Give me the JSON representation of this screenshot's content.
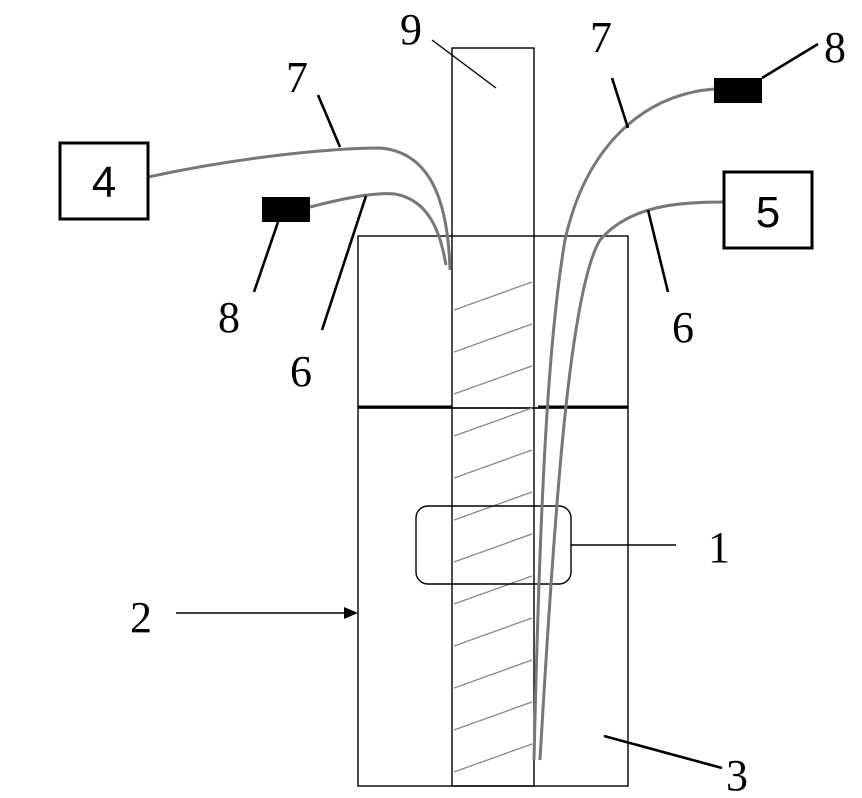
{
  "labels": {
    "l1": "1",
    "l2": "2",
    "l3": "3",
    "l4": "4",
    "l5": "5",
    "l6a": "6",
    "l6b": "6",
    "l7a": "7",
    "l7b": "7",
    "l8a": "8",
    "l8b": "8",
    "l9": "9"
  },
  "colors": {
    "line": "#000000",
    "fiber": "#777777",
    "hatch": "#888888",
    "connector": "#000000"
  }
}
